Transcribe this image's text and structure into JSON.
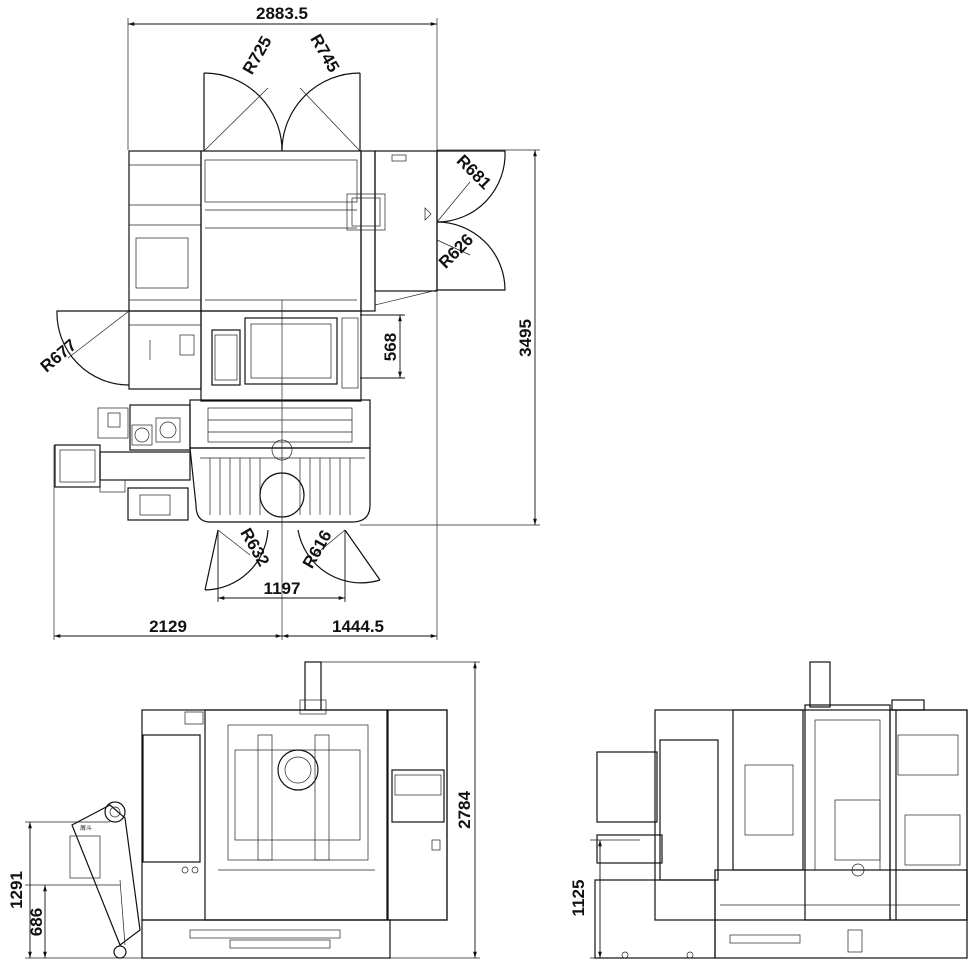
{
  "dimensions": {
    "overall_width": "2883.5",
    "overall_depth": "3495",
    "left_width": "2129",
    "right_width": "1444.5",
    "door_width": "1197",
    "panel_height": "568",
    "front_height": "2784",
    "height_1291": "1291",
    "height_686": "686",
    "side_height": "1125"
  },
  "radii": {
    "r725": "R725",
    "r745": "R745",
    "r681": "R681",
    "r626": "R626",
    "r677": "R677",
    "r632": "R632",
    "r616": "R616"
  }
}
